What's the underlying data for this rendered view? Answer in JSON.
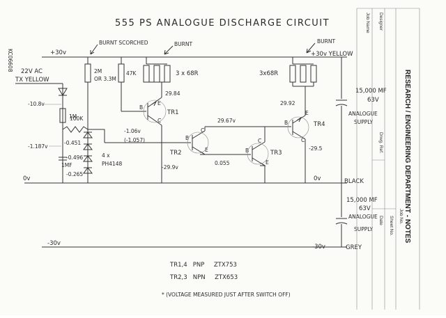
{
  "sheet_code": "KC06608",
  "title": "555 PS   ANALOGUE DISCHARGE CIRCUIT",
  "annotations": {
    "burnt_scorched": "BURNT SCORCHED",
    "burnt_1": "BURNT",
    "burnt_2": "BURNT"
  },
  "rails": {
    "plus30": "+30v",
    "plus30_yellow": "+30v YELLOW",
    "zero_left": "0v",
    "zero_right": "0v",
    "black": "BLACK",
    "minus30_left": "-30v",
    "minus30_right": "-30v",
    "grey": "GREY"
  },
  "transformer": {
    "voltage": "22V AC",
    "label": "TX YELLOW"
  },
  "components": {
    "r_2m": "2M",
    "r_or_33m": "OR 3.3M",
    "r_47k": "47K",
    "r_3x68r_left": "3 x 68R",
    "r_3x68r_right": "3x68R",
    "r_1m": "1M",
    "r_100k": "100K",
    "c_1mf": "1MF",
    "diodes": "4 x\nPH4148",
    "cap_top_value": "15,000 MF",
    "cap_top_voltage": "63V",
    "cap_top_label": "ANALOGUE SUPPLY",
    "cap_bot_value": "15,000 MF",
    "cap_bot_voltage": "63V",
    "cap_bot_label": "ANALOGUE SUPPLY"
  },
  "transistors": {
    "tr1": "TR1",
    "tr2": "TR2",
    "tr3": "TR3",
    "tr4": "TR4",
    "pin_b": "B",
    "pin_c": "C",
    "pin_e": "E"
  },
  "voltages": {
    "v_10_8": "-10.8v",
    "v_1_187": "-1.187v",
    "v_0_451": "-0.451",
    "v_0_496": "-0.496",
    "v_0_265": "-0.265",
    "v_1_06": "-1.06v",
    "v_1_057": "(-1.057)",
    "v_29_84": "29.84",
    "v_29_67": "29.67v",
    "v_29_9": "-29.9v",
    "v_0_055": "0.055",
    "v_29_92": "29.92",
    "v_29_5": "-29.5"
  },
  "notes": {
    "line1": "TR1,4   PNP     ZTX753",
    "line2": "TR2,3   NPN     ZTX653",
    "footnote": "* (VOLTAGE MEASURED JUST AFTER SWITCH OFF)"
  },
  "side_panel": {
    "heading": "RESEARCH / ENGINEERING DEPARTMENT - NOTES",
    "job_name": "Job Name",
    "designer": "Designer",
    "date": "Date",
    "sheet_no": "Sheet No.",
    "job_no": "Job No.",
    "drwg_ref": "Drwg. Ref."
  }
}
